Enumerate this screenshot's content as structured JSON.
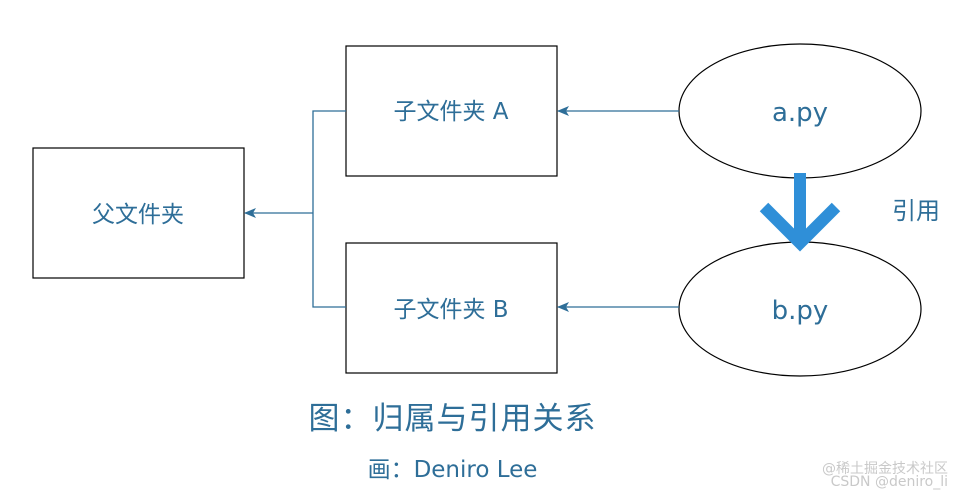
{
  "nodes": {
    "parent_folder": "父文件夹",
    "child_a": "子文件夹 A",
    "child_b": "子文件夹 B",
    "a_py": "a.py",
    "b_py": "b.py"
  },
  "annotation": {
    "reference": "引用"
  },
  "caption": {
    "title": "图：归属与引用关系",
    "author": "画：Deniro Lee"
  },
  "watermarks": [
    "@稀土掘金技术社区",
    "CSDN @deniro_li"
  ],
  "colors": {
    "line": "#2e6e98",
    "text": "#2e6e98",
    "reference_arrow": "#2f8fd8"
  }
}
